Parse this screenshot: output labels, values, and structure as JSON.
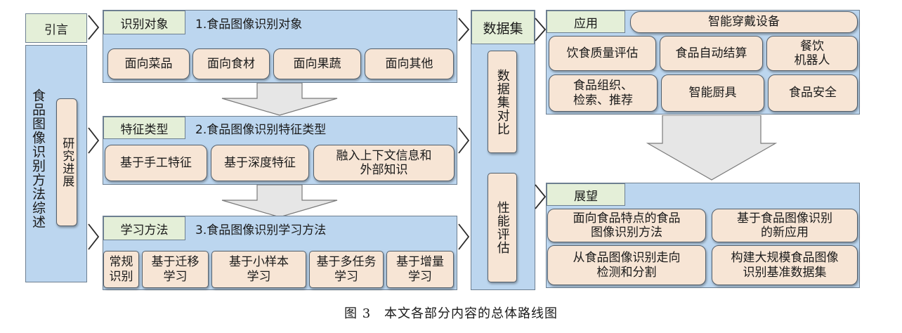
{
  "intro": {
    "tag": "引言",
    "title": "食品图像识别方法综述",
    "sub": "研究进展"
  },
  "section1": {
    "tag": "识别对象",
    "title": "1.食品图像识别对象",
    "items": [
      "面向菜品",
      "面向食材",
      "面向果蔬",
      "面向其他"
    ]
  },
  "section2": {
    "tag": "特征类型",
    "title": "2.食品图像识别特征类型",
    "items": [
      "基于手工特征",
      "基于深度特征",
      "融入上下文信息和\n外部知识"
    ]
  },
  "section3": {
    "tag": "学习方法",
    "title": "3.食品图像识别学习方法",
    "items": [
      "常规\n识别",
      "基于迁移\n学习",
      "基于小样本\n学习",
      "基于多任务\n学习",
      "基于增量\n学习"
    ]
  },
  "dataset": {
    "title": "数据集",
    "items": [
      "数据集对比",
      "性能评估"
    ]
  },
  "application": {
    "tag": "应用",
    "items": [
      "智能穿戴设备",
      "饮食质量评估",
      "食品自动结算",
      "餐饮\n机器人",
      "食品组织、\n检索、推荐",
      "智能厨具",
      "食品安全"
    ]
  },
  "outlook": {
    "tag": "展望",
    "items": [
      "面向食品特点的食品\n图像识别方法",
      "基于食品图像识别\n的新应用",
      "从食品图像识别走向\n检测和分割",
      "构建大规模食品图像\n识别基准数据集"
    ]
  },
  "caption": {
    "label": "图 3",
    "text": "本文各部分内容的总体路线图"
  },
  "colors": {
    "panel": "#bcd6ef",
    "tag": "#e4efd8",
    "pill": "#f7e5d5",
    "border": "#6d7f91"
  }
}
